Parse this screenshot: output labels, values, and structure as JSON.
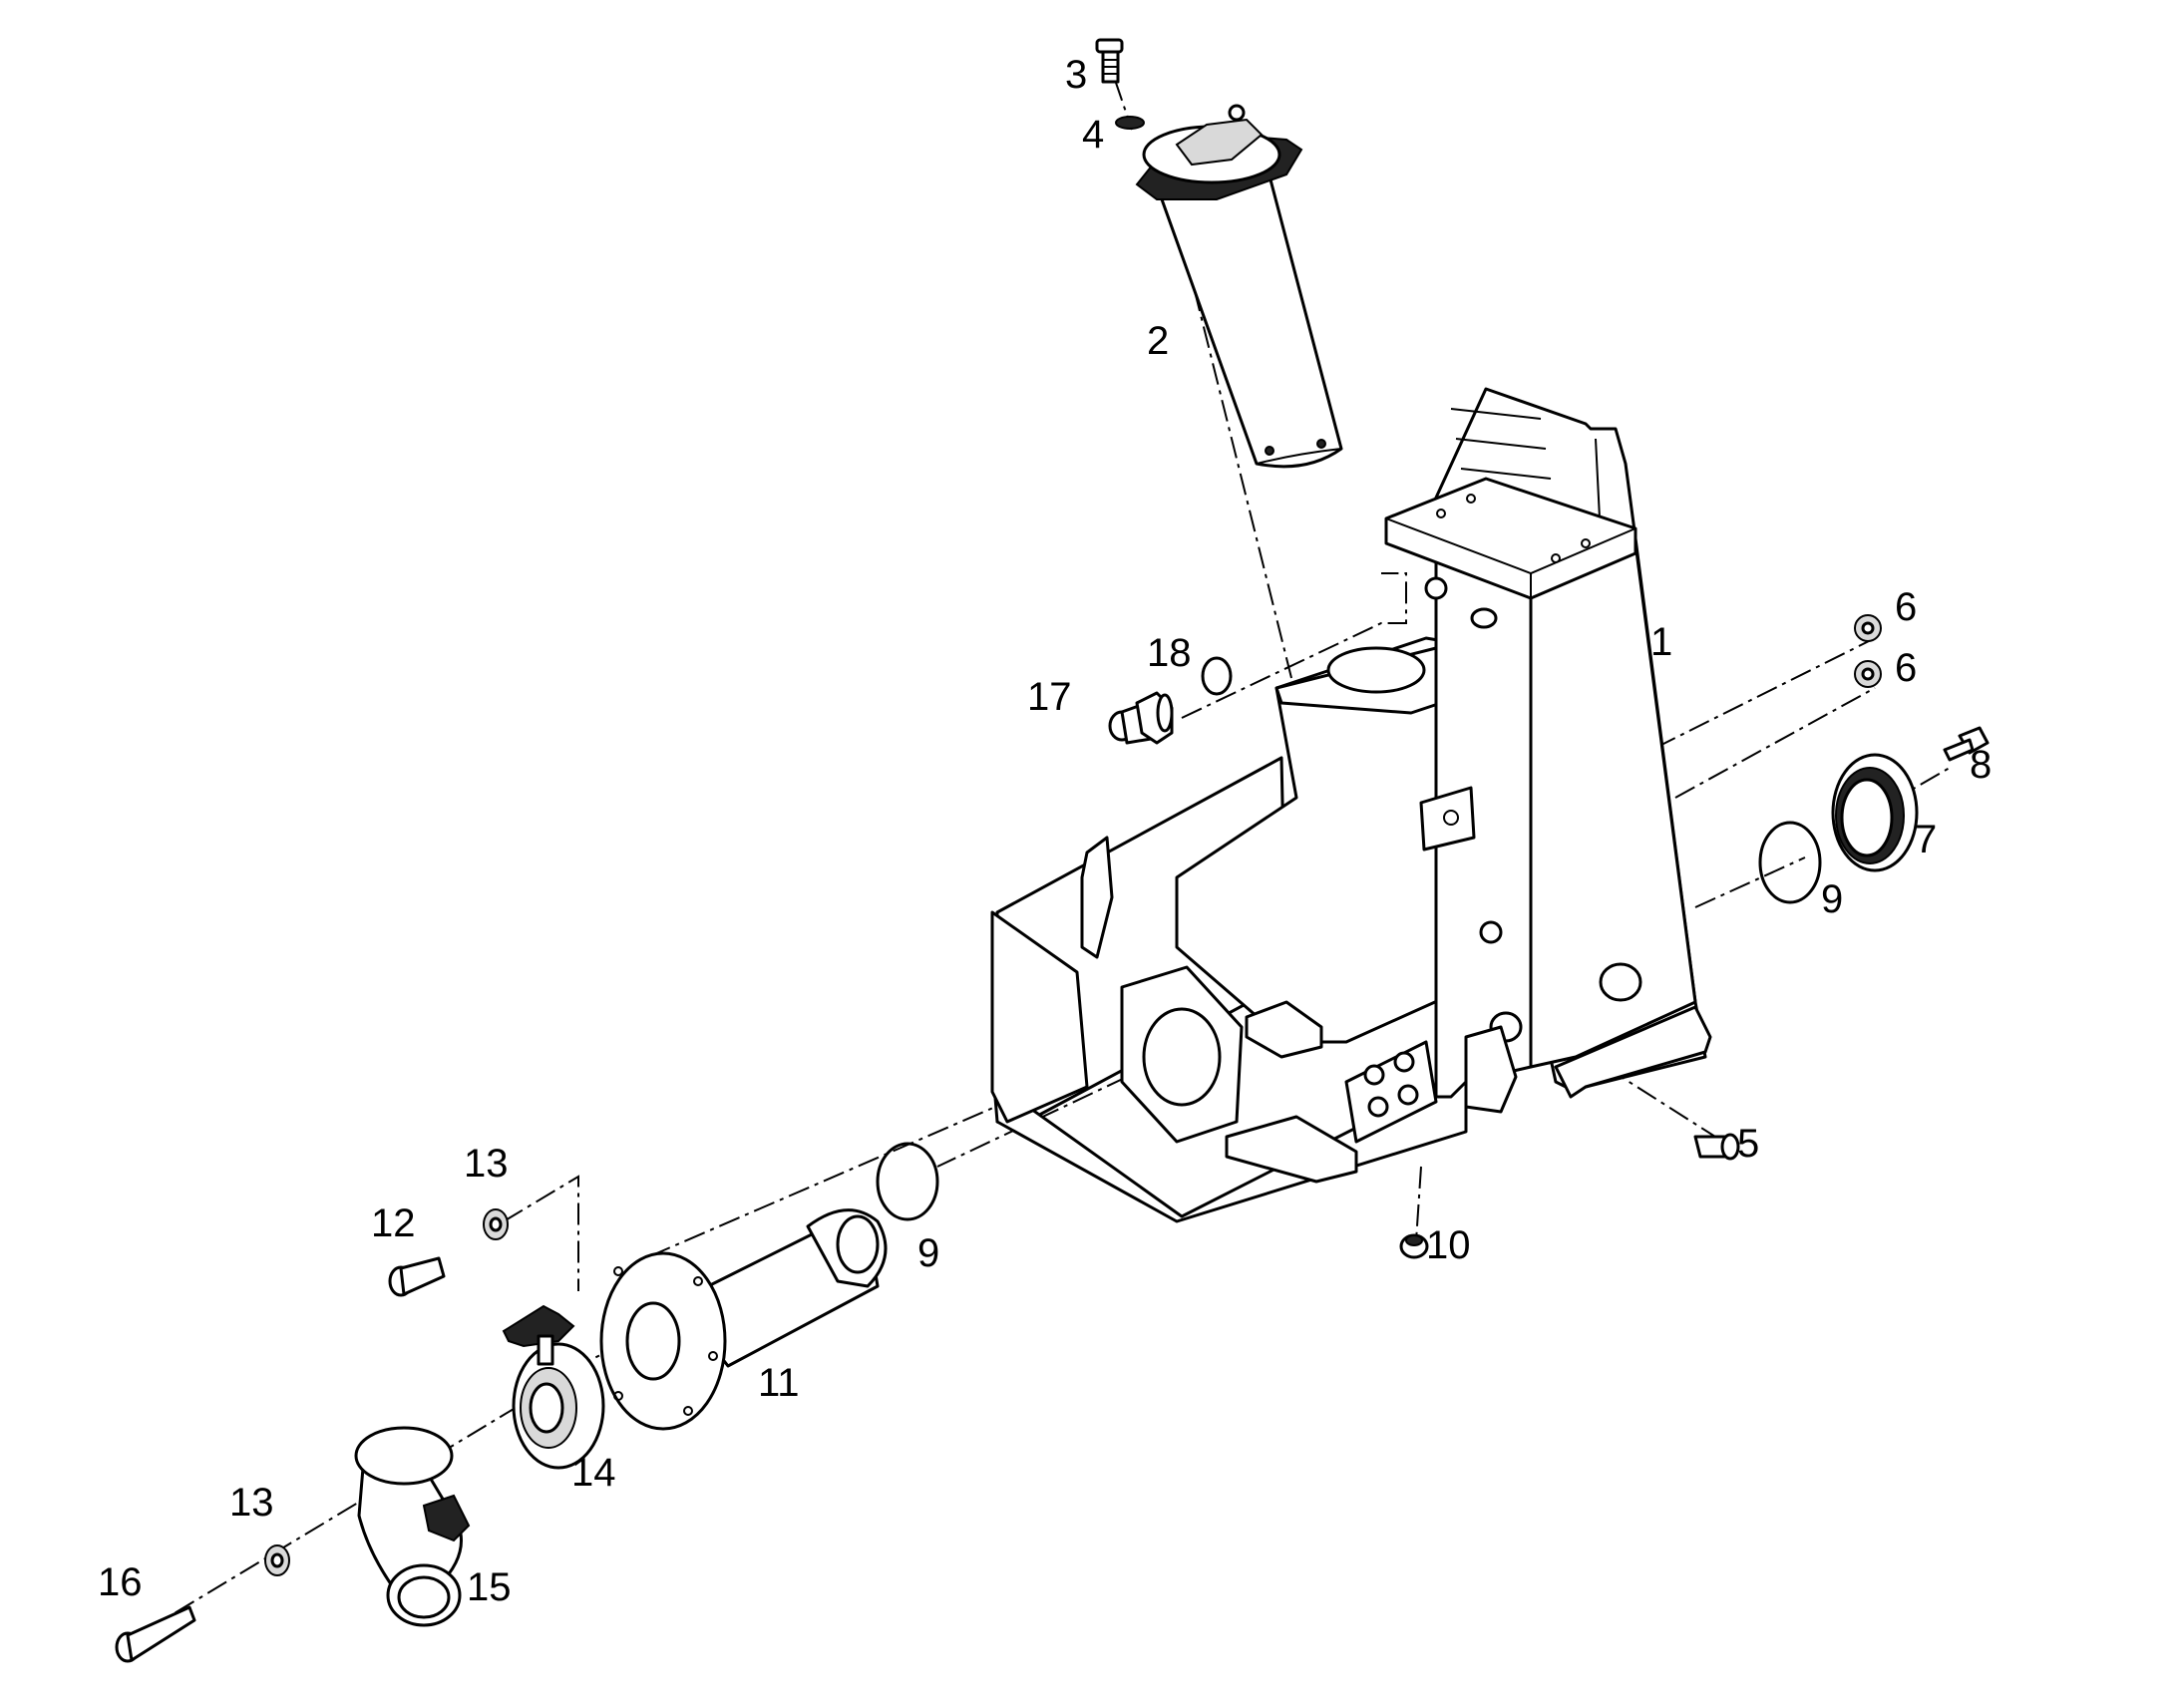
{
  "figure": {
    "callouts": [
      {
        "id": "c1",
        "label": "1"
      },
      {
        "id": "c2",
        "label": "2"
      },
      {
        "id": "c3",
        "label": "3"
      },
      {
        "id": "c4",
        "label": "4"
      },
      {
        "id": "c5",
        "label": "5"
      },
      {
        "id": "c6a",
        "label": "6"
      },
      {
        "id": "c6b",
        "label": "6"
      },
      {
        "id": "c7",
        "label": "7"
      },
      {
        "id": "c8",
        "label": "8"
      },
      {
        "id": "c9a",
        "label": "9"
      },
      {
        "id": "c9b",
        "label": "9"
      },
      {
        "id": "c10",
        "label": "10"
      },
      {
        "id": "c11",
        "label": "11"
      },
      {
        "id": "c12",
        "label": "12"
      },
      {
        "id": "c13a",
        "label": "13"
      },
      {
        "id": "c13b",
        "label": "13"
      },
      {
        "id": "c14",
        "label": "14"
      },
      {
        "id": "c15",
        "label": "15"
      },
      {
        "id": "c16",
        "label": "16"
      },
      {
        "id": "c17",
        "label": "17"
      },
      {
        "id": "c18",
        "label": "18"
      }
    ]
  },
  "colors": {
    "line": "#000000",
    "background": "#ffffff"
  }
}
